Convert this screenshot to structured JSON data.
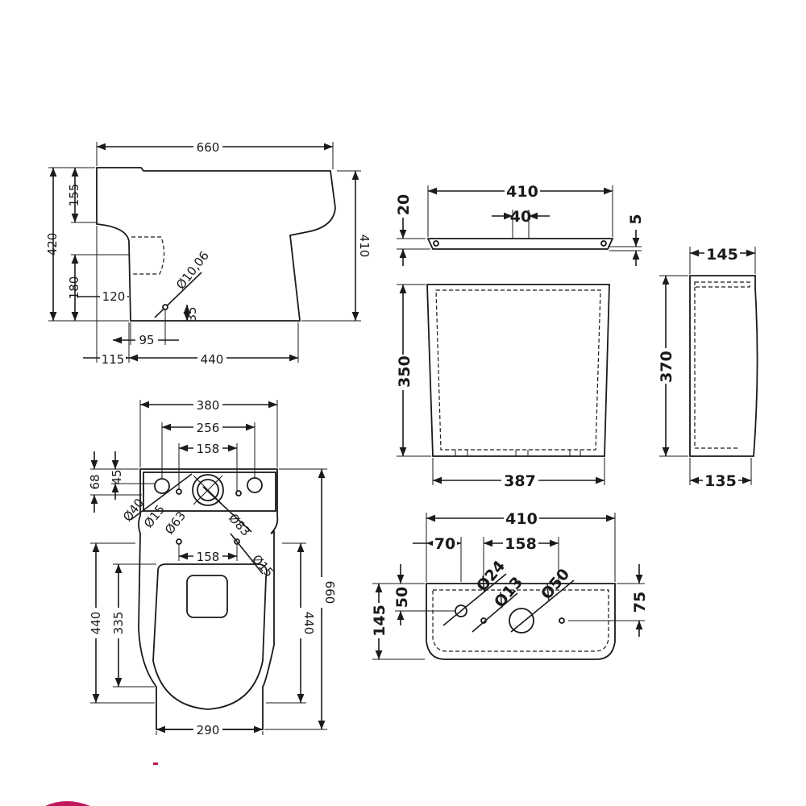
{
  "side_view": {
    "width_top": "660",
    "height_total": "420",
    "height_rim": "155",
    "height_right": "410",
    "height_outlet": "180",
    "offset_outlet": "120",
    "outlet_diameter": "Ø10,06",
    "outlet_small": "35",
    "outlet_depth": "95",
    "base_offset": "115",
    "base_length": "440"
  },
  "cistern_lid": {
    "width": "410",
    "center_slot": "40",
    "thickness": "20",
    "edge": "5"
  },
  "cistern_front": {
    "height": "350",
    "bottom_width": "387"
  },
  "cistern_side": {
    "top_depth": "145",
    "height": "370",
    "bottom_depth": "135"
  },
  "plan_view": {
    "width_top": "380",
    "hole_span": "256",
    "hole_center_span": "158",
    "depth_68": "68",
    "depth_45": "45",
    "dia_40": "Ø40",
    "dia_15a": "Ø15",
    "dia_63": "Ø63",
    "dia_83": "Ø83",
    "lower_span": "158",
    "dia_15b": "Ø15",
    "length_440_left": "440",
    "length_335": "335",
    "length_440_right": "440",
    "length_total": "660",
    "base_width": "290"
  },
  "cistern_plan": {
    "width": "410",
    "offset_70": "70",
    "span_158": "158",
    "dia_24": "Ø24",
    "dia_13": "Ø13",
    "dia_50": "Ø50",
    "depth_50": "50",
    "depth_145": "145",
    "depth_75": "75"
  },
  "colors": {
    "line": "#1a1a1a",
    "background": "#ffffff",
    "logo_accent": "#c2185b"
  }
}
